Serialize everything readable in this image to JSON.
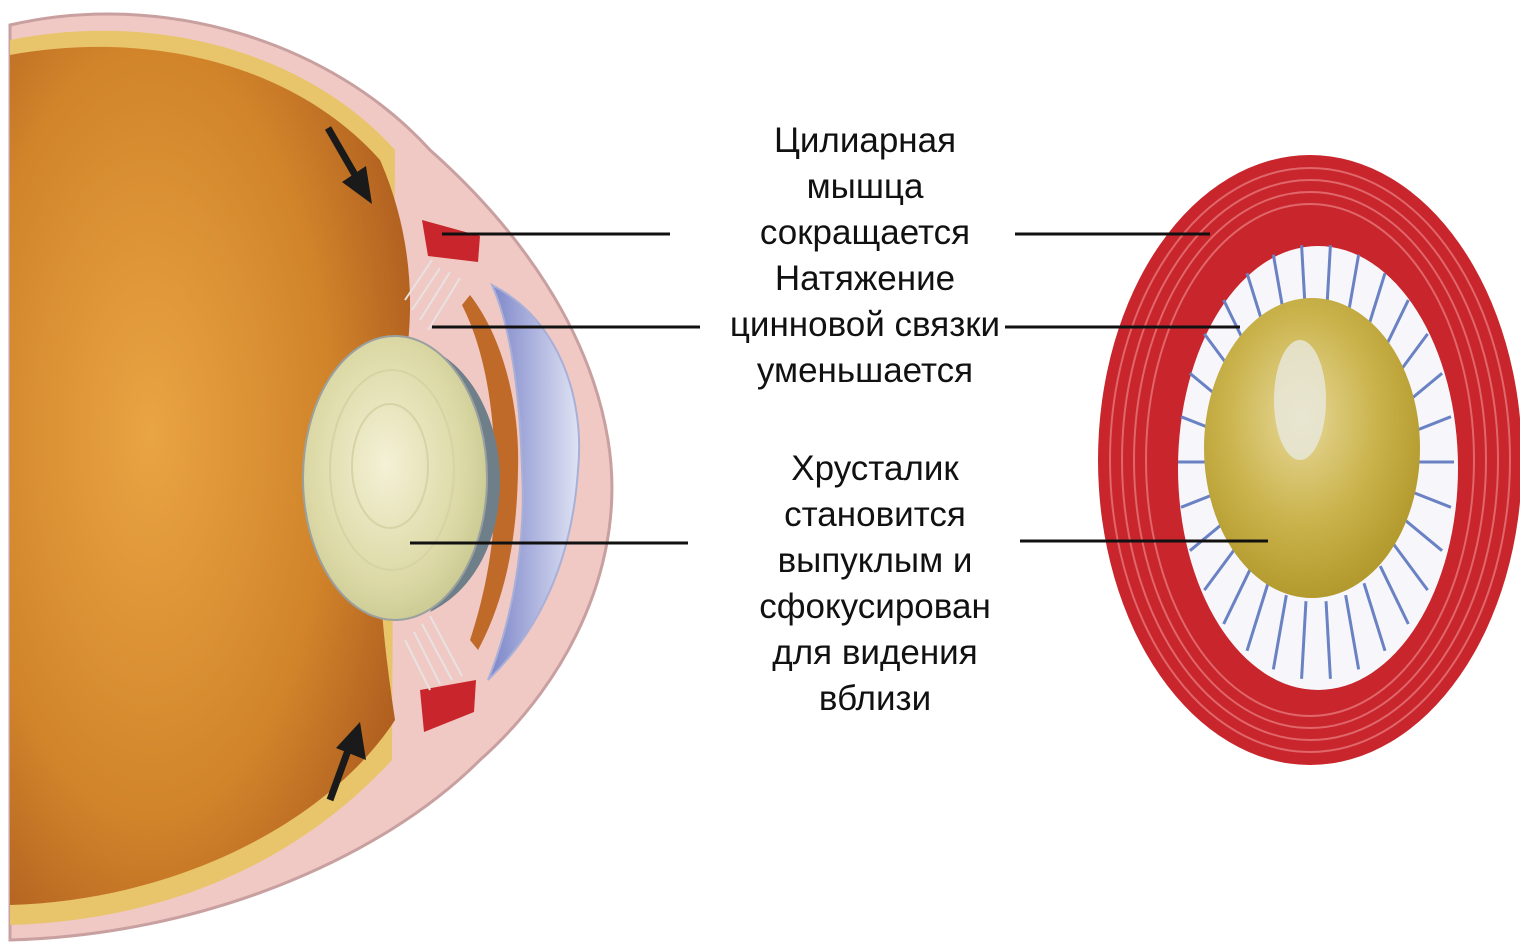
{
  "labels": {
    "ciliary_muscle": {
      "lines": [
        "Цилиарная",
        "мышца",
        "сокращается"
      ]
    },
    "zonule": {
      "lines": [
        "Натяжение",
        "цинновой связки",
        "уменьшается"
      ]
    },
    "lens": {
      "lines": [
        "Хрусталик",
        "становится",
        "выпуклым и",
        "сфокусирован",
        "для видения",
        "вблизи"
      ]
    }
  },
  "colors": {
    "background": "#ffffff",
    "eye_interior": "#d58a2c",
    "sclera": "#f2c6c0",
    "muscle_red": "#c8262c",
    "lens": "#e6e2b8",
    "zonule_fibers": "#6a82c4",
    "leader_line": "#111111"
  }
}
